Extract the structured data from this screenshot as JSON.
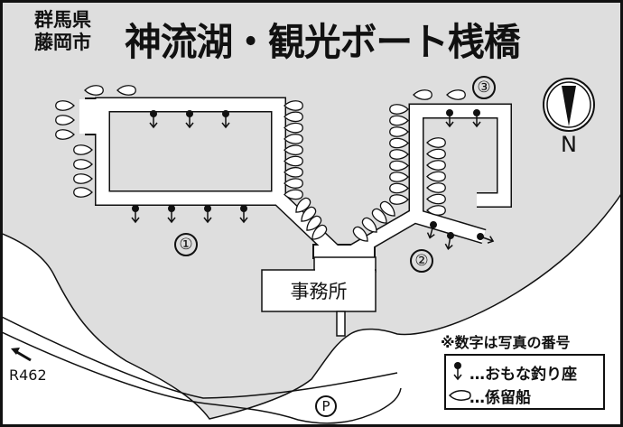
{
  "header": {
    "prefecture": "群馬県",
    "city": "藤岡市",
    "title": "神流湖・観光ボート桟橋"
  },
  "map": {
    "office_label": "事務所",
    "spot_labels": [
      "①",
      "②",
      "③"
    ],
    "compass_label": "N",
    "road_label": "R462",
    "parking_label": "P",
    "note": "※数字は写真の番号"
  },
  "legend": {
    "items": [
      {
        "icon": "fishing-spot-icon",
        "label": "…おもな釣り座"
      },
      {
        "icon": "moored-boat-icon",
        "label": "…係留船"
      }
    ]
  },
  "colors": {
    "water": "#dedede",
    "land": "#ffffff",
    "line": "#111111"
  }
}
